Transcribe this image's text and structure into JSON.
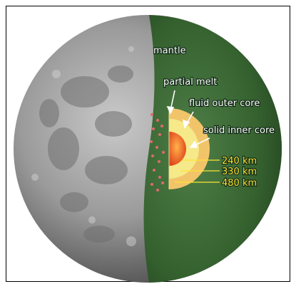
{
  "labels": {
    "mantle": "mantle",
    "partial_melt": "partial melt",
    "fluid_outer_core": "fluid outer core",
    "solid_inner_core": "solid inner core"
  },
  "depths": [
    "240 km",
    "330 km",
    "480 km"
  ],
  "colors": {
    "moon_surface": "#8e8e8e",
    "mantle": "#3a6a38",
    "partial_melt": "#f2c46a",
    "outer_core": "#f5e98a",
    "inner_core": "#ef6a22",
    "depth_label": "#ffe433",
    "label": "#ffffff"
  }
}
